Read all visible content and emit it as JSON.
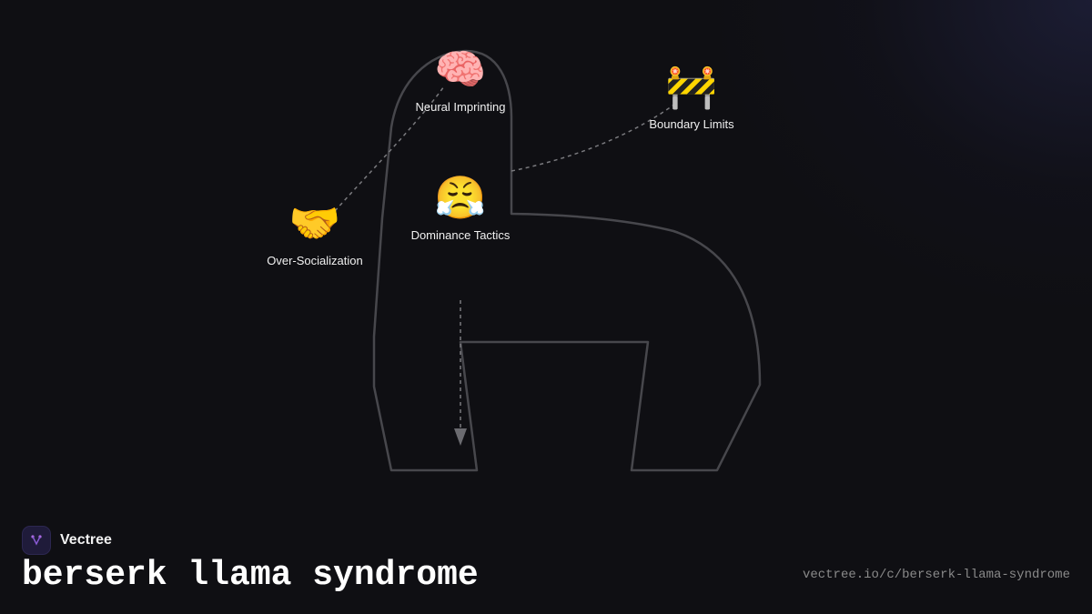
{
  "diagram": {
    "nodes": [
      {
        "id": "neural-imprinting",
        "icon": "brain-icon",
        "emoji": "🧠",
        "label": "Neural Imprinting"
      },
      {
        "id": "boundary-limits",
        "icon": "construction-barrier-icon",
        "emoji": "🚧",
        "label": "Boundary Limits"
      },
      {
        "id": "dominance-tactics",
        "icon": "steaming-face-icon",
        "emoji": "😤",
        "label": "Dominance Tactics"
      },
      {
        "id": "over-socialization",
        "icon": "handshake-icon",
        "emoji": "🤝",
        "label": "Over-Socialization"
      }
    ],
    "colors": {
      "silhouette_stroke": "#47474c",
      "connector": "#7a7a7e",
      "arrowhead": "#6b6b70"
    }
  },
  "footer": {
    "brand": "Vectree",
    "brand_icon": "vectree-logo-icon",
    "title": "berserk llama syndrome",
    "url": "vectree.io/c/berserk-llama-syndrome"
  }
}
